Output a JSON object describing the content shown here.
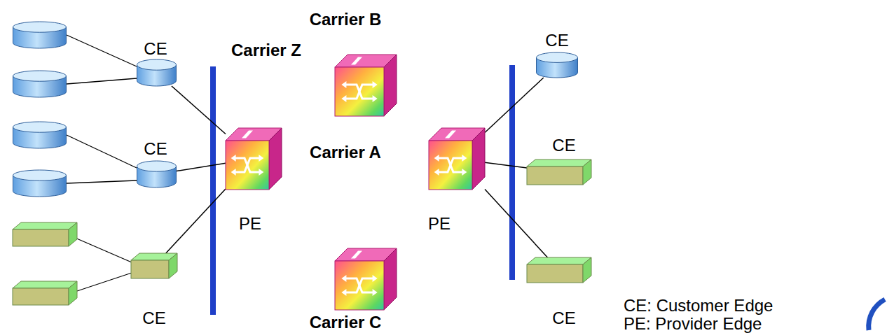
{
  "diagram": {
    "nodes": [
      {
        "text": [
          "Carrier B"
        ]
      },
      {
        "text": [
          "CE"
        ],
        "in": 0
      },
      {
        "text": [
          "CE"
        ],
        "in": 0
      },
      {
        "text": [
          "CE"
        ],
        "in": 0
      },
      {
        "text": [
          "Carrier Z"
        ]
      },
      {
        "text": [
          "Carrier A"
        ],
        "in": 4
      },
      {
        "text": [
          "PE"
        ],
        "in": 5
      },
      {
        "text": [
          "PE"
        ],
        "in": 5
      },
      {
        "text": [
          "Carrier C"
        ]
      },
      {
        "text": [
          "CE"
        ],
        "in": 8
      },
      {
        "text": [
          "CE"
        ],
        "in": 8
      },
      {
        "text": [
          "CE"
        ],
        "in": 8
      }
    ],
    "edges": [
      {
        "from": 1,
        "to": 6,
        "arrow": "none"
      },
      {
        "from": 2,
        "to": 6,
        "arrow": "none"
      },
      {
        "from": 10,
        "to": 6,
        "arrow": "none"
      },
      {
        "from": 7,
        "to": 3,
        "arrow": "none"
      },
      {
        "from": 7,
        "to": 9,
        "arrow": "none"
      },
      {
        "from": 7,
        "to": 11,
        "arrow": "none"
      }
    ],
    "labels": [
      "CE: Customer Edge",
      "PE: Provider Edge"
    ]
  }
}
